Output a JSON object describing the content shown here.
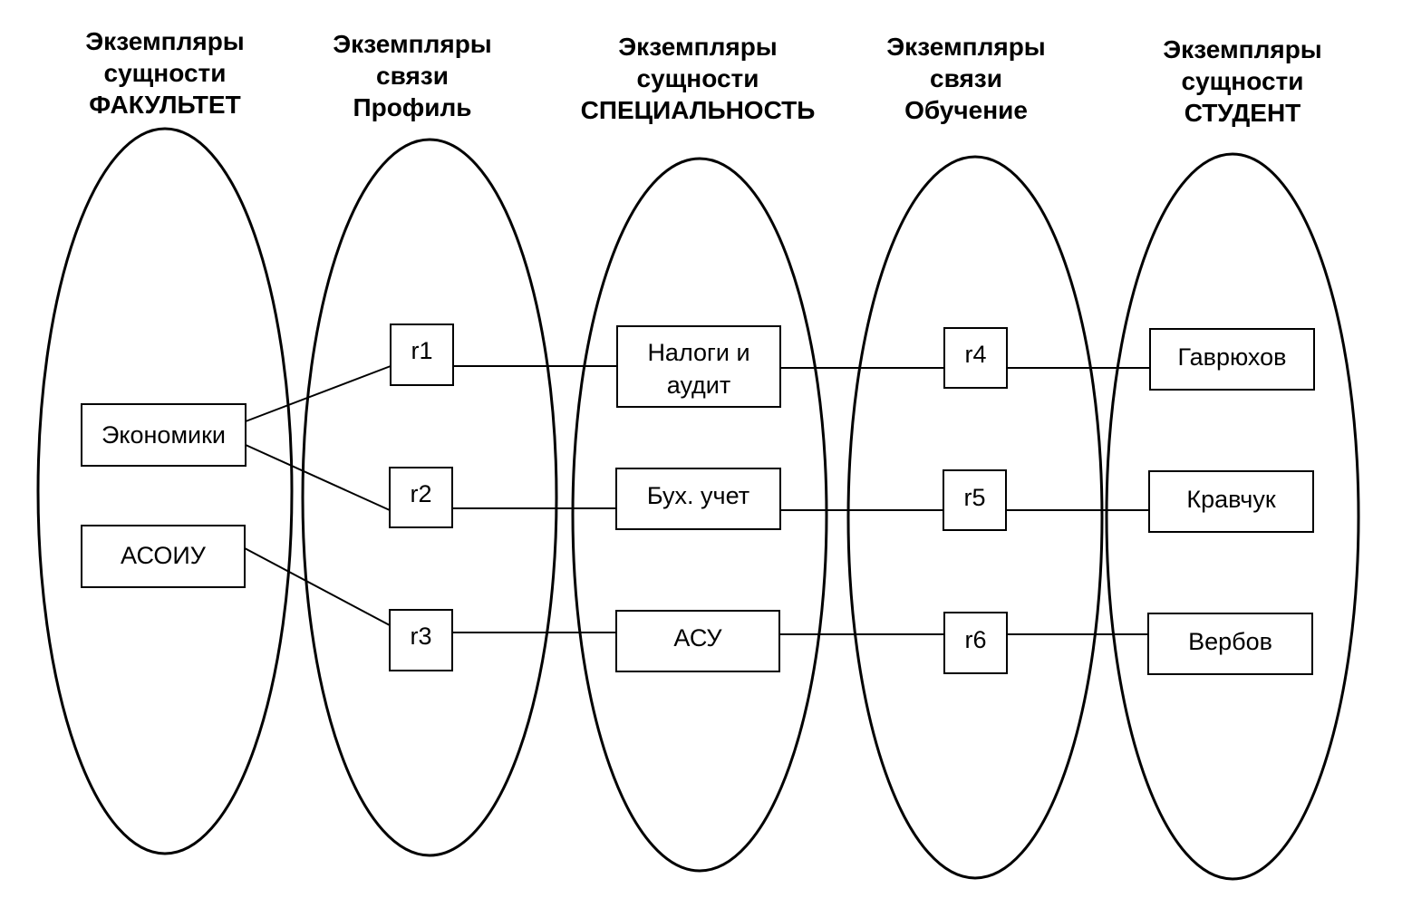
{
  "colors": {
    "stroke": "#000000",
    "background": "#ffffff"
  },
  "columns": [
    {
      "id": "faculty",
      "title": [
        "Экземпляры",
        "сущности",
        "ФАКУЛЬТЕТ"
      ]
    },
    {
      "id": "profile",
      "title": [
        "Экземпляры",
        "связи",
        "Профиль"
      ]
    },
    {
      "id": "specialty",
      "title": [
        "Экземпляры",
        "сущности",
        "СПЕЦИАЛЬНОСТЬ"
      ]
    },
    {
      "id": "study",
      "title": [
        "Экземпляры",
        "связи",
        "Обучение"
      ]
    },
    {
      "id": "student",
      "title": [
        "Экземпляры",
        "сущности",
        "СТУДЕНТ"
      ]
    }
  ],
  "nodes": {
    "economics": [
      "Экономики"
    ],
    "asoiu": [
      "АСОИУ"
    ],
    "r1": [
      "r1"
    ],
    "r2": [
      "r2"
    ],
    "r3": [
      "r3"
    ],
    "taxes": [
      "Налоги и",
      "аудит"
    ],
    "accounting": [
      "Бух. учет"
    ],
    "asu": [
      "АСУ"
    ],
    "r4": [
      "r4"
    ],
    "r5": [
      "r5"
    ],
    "r6": [
      "r6"
    ],
    "gavryukhov": [
      "Гаврюхов"
    ],
    "kravchuk": [
      "Кравчук"
    ],
    "verbov": [
      "Вербов"
    ]
  },
  "connections": [
    [
      "economics",
      "r1"
    ],
    [
      "economics",
      "r2"
    ],
    [
      "asoiu",
      "r3"
    ],
    [
      "r1",
      "taxes"
    ],
    [
      "r2",
      "accounting"
    ],
    [
      "r3",
      "asu"
    ],
    [
      "taxes",
      "r4"
    ],
    [
      "accounting",
      "r5"
    ],
    [
      "asu",
      "r6"
    ],
    [
      "r4",
      "gavryukhov"
    ],
    [
      "r5",
      "kravchuk"
    ],
    [
      "r6",
      "verbov"
    ]
  ]
}
